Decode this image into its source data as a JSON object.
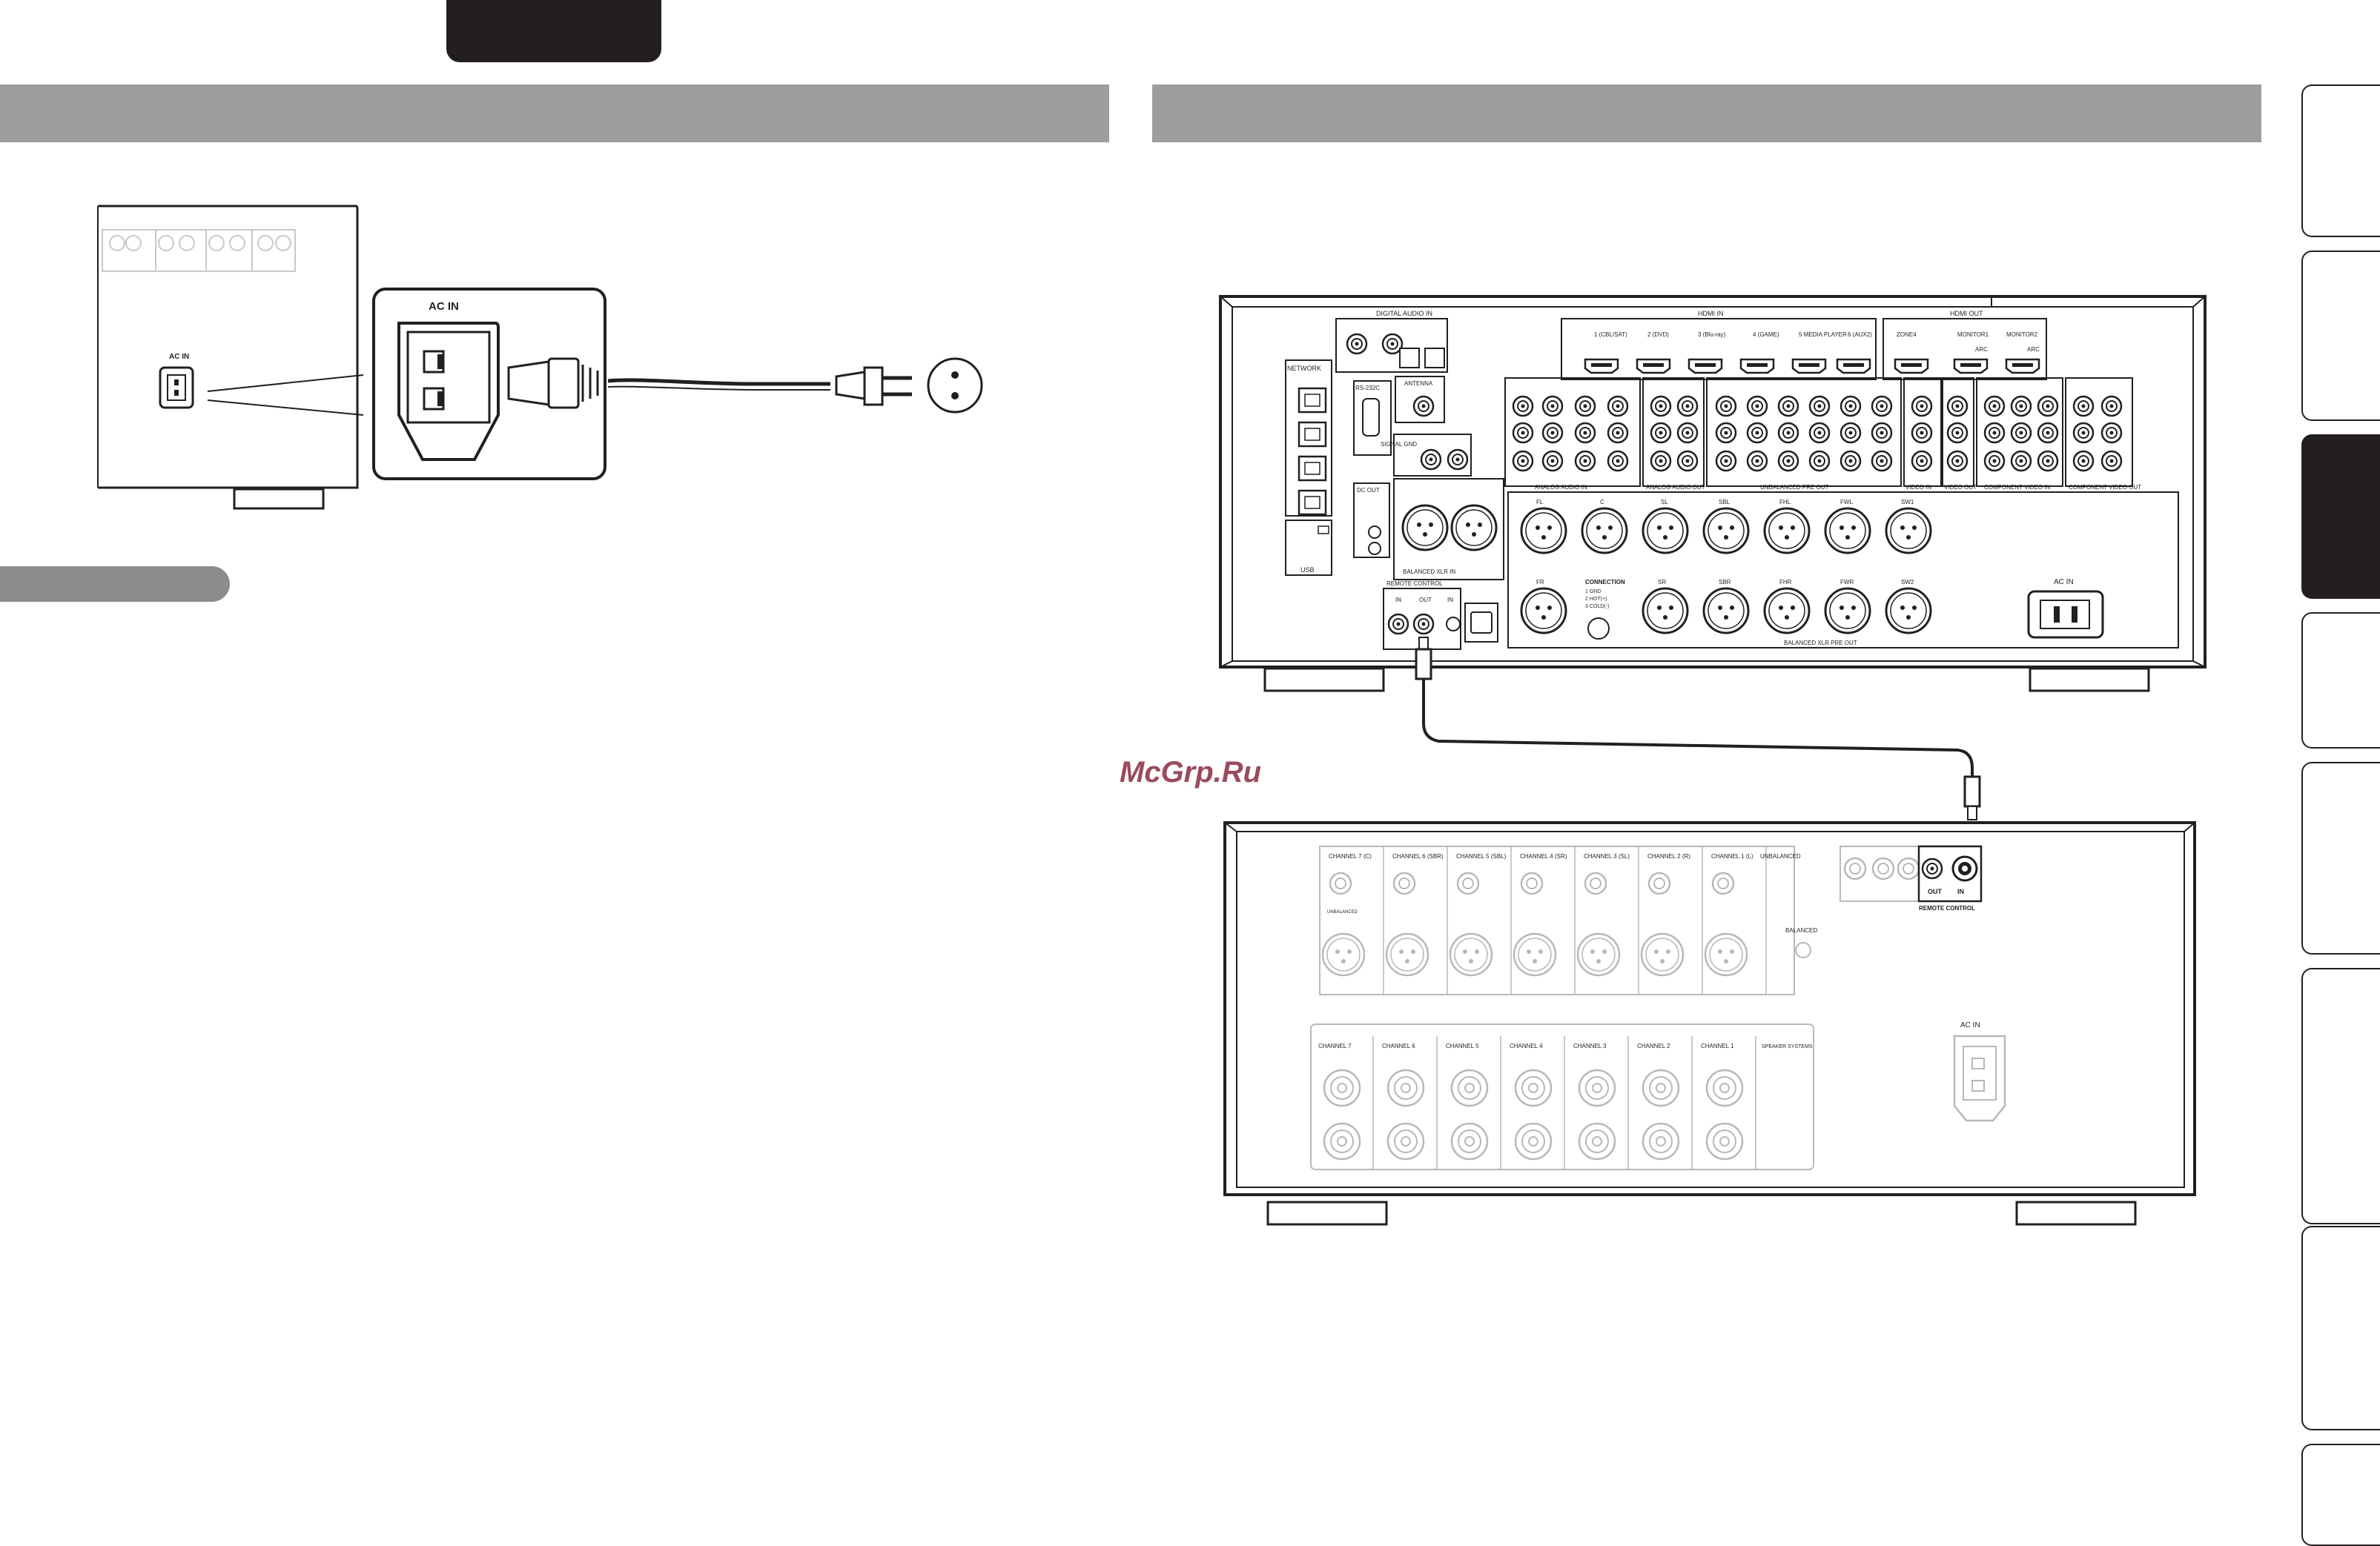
{
  "header": {
    "tab_label": ""
  },
  "sections": {
    "left_title": "",
    "right_title": ""
  },
  "left_figure": {
    "ac_in_small": "AC IN",
    "ac_in_large": "AC IN"
  },
  "note_label": "",
  "side_tabs": [
    {
      "active": false
    },
    {
      "active": false
    },
    {
      "active": true
    },
    {
      "active": false
    },
    {
      "active": false
    },
    {
      "active": false
    },
    {
      "active": false
    },
    {
      "active": false
    }
  ],
  "receiver": {
    "digital_audio_in": "DIGITAL AUDIO IN",
    "hdmi_in": "HDMI IN",
    "hdmi_out": "HDMI OUT",
    "hdmi_in_ports": [
      "1 (CBL/SAT)",
      "2 (DVD)",
      "3 (Blu-ray)",
      "4 (GAME)",
      "5 MEDIA PLAYER",
      "6 (AUX2)"
    ],
    "hdmi_out_ports": [
      "ZONE4",
      "MONITOR1",
      "MONITOR2"
    ],
    "arc": "ARC",
    "network": "NETWORK",
    "antenna": "ANTENNA",
    "rs232c": "RS-232C",
    "dc_out": "DC OUT",
    "signal_gnd": "SIGNAL GND",
    "analog_audio_in": "ANALOG AUDIO IN",
    "analog_audio_out": "ANALOG AUDIO OUT",
    "unbalanced_pre_out": "UNBALANCED PRE OUT",
    "component_video_in": "COMPONENT VIDEO IN",
    "component_video_out": "COMPONENT VIDEO OUT",
    "video_in": "VIDEO IN",
    "video_out": "VIDEO OUT",
    "balanced_xlr_in": "BALANCED XLR IN",
    "balanced_xlr_pre_out": "BALANCED XLR PRE OUT",
    "remote_control": "REMOTE CONTROL",
    "usb": "USB",
    "xlr_top_labels": [
      "FL",
      "C",
      "SL",
      "SBL",
      "FHL",
      "FWL",
      "SW1"
    ],
    "xlr_bottom_labels": [
      "FR",
      "SR",
      "SBR",
      "FHR",
      "FWR",
      "SW2"
    ],
    "connection": "CONNECTION",
    "pins": [
      "1 GND",
      "2 HOT(+)",
      "3 COLD(-)"
    ],
    "in_label": "IN",
    "out_label": "OUT",
    "ac_in": "AC IN"
  },
  "watermark": "McGrp.Ru",
  "amplifier": {
    "channels_top": [
      "CHANNEL 7 (C)",
      "CHANNEL 6 (SBR)",
      "CHANNEL 5 (SBL)",
      "CHANNEL 4 (SR)",
      "CHANNEL 3 (SL)",
      "CHANNEL 2 (R)",
      "CHANNEL 1 (L)"
    ],
    "channels_bottom": [
      "CHANNEL 7",
      "CHANNEL 6",
      "CHANNEL 5",
      "CHANNEL 4",
      "CHANNEL 3",
      "CHANNEL 2",
      "CHANNEL 1"
    ],
    "unbalanced": "UNBALANCED",
    "balanced": "BALANCED",
    "speaker_systems": "SPEAKER SYSTEMS",
    "remote_control": "REMOTE CONTROL",
    "in_label": "IN",
    "out_label": "OUT",
    "ac_in": "AC IN"
  }
}
